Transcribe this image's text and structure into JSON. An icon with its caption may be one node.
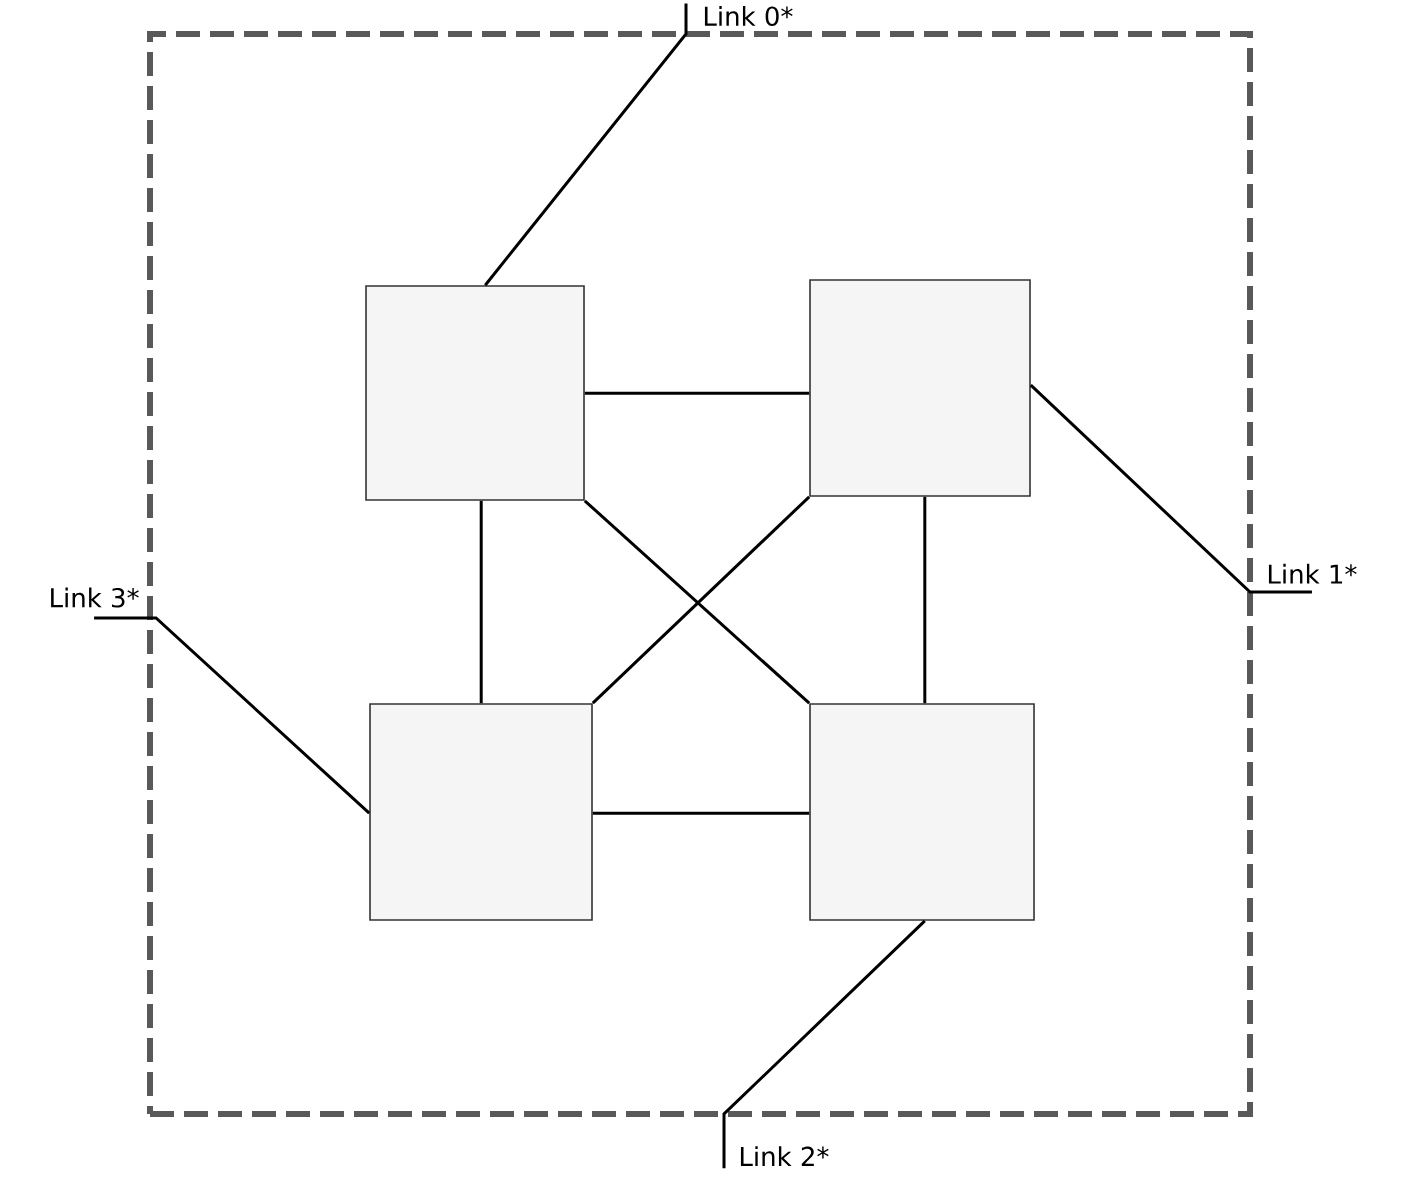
{
  "diagram": {
    "nodes": [
      {
        "text": [],
        "shape": "box"
      },
      {
        "text": [],
        "shape": "box",
        "in": 0
      },
      {
        "text": [],
        "shape": "box",
        "in": 0
      },
      {
        "text": [],
        "shape": "box",
        "in": 0
      },
      {
        "text": [],
        "shape": "box",
        "in": 0
      },
      {
        "text": [
          "Link 0*"
        ]
      },
      {
        "text": [
          "Link 3*"
        ]
      },
      {
        "text": [
          "Link 1*"
        ]
      },
      {
        "text": [
          "Link 2*"
        ]
      }
    ],
    "edges": [
      {
        "from": 1,
        "to": 2,
        "arrow": "none"
      },
      {
        "from": 1,
        "to": 3,
        "arrow": "none"
      },
      {
        "from": 2,
        "to": 4,
        "arrow": "none"
      },
      {
        "from": 3,
        "to": 4,
        "arrow": "none"
      },
      {
        "from": 1,
        "to": 4,
        "arrow": "none"
      },
      {
        "from": 3,
        "to": 2,
        "arrow": "none"
      },
      {
        "from": 1,
        "to": 5,
        "arrow": "none"
      },
      {
        "from": 3,
        "to": 6,
        "arrow": "none"
      },
      {
        "from": 2,
        "to": 7,
        "arrow": "none"
      },
      {
        "from": 4,
        "to": 8,
        "arrow": "none"
      }
    ]
  }
}
